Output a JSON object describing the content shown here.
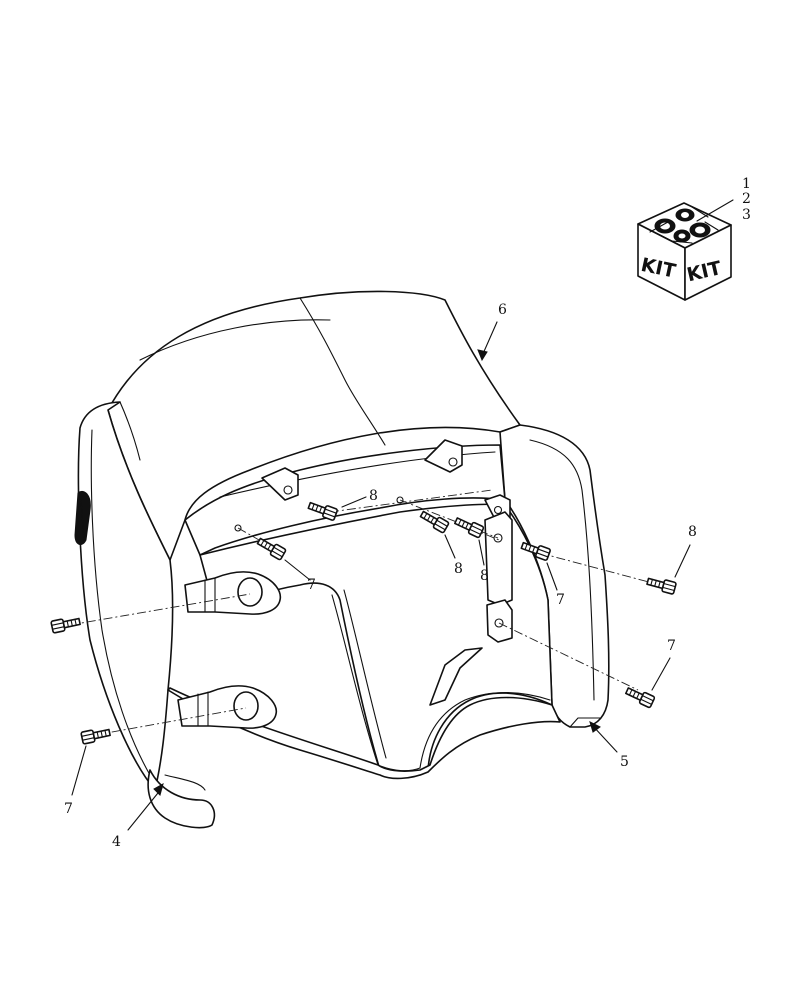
{
  "kit_box": {
    "face_labels": [
      "KIT",
      "KIT"
    ],
    "callouts": [
      "1",
      "2",
      "3"
    ]
  },
  "callouts": {
    "shell": "6",
    "left_panel": "4",
    "right_panel": "5",
    "bolt_top_center": "8",
    "bolt_mid_left_a": "8",
    "bolt_mid_left_b": "8",
    "bolt_inner_left": "7",
    "bolt_inner_right": "7",
    "bolt_outer_right_upper": "8",
    "bolt_outer_right_lower": "7",
    "bolt_outer_left_lower": "7"
  }
}
